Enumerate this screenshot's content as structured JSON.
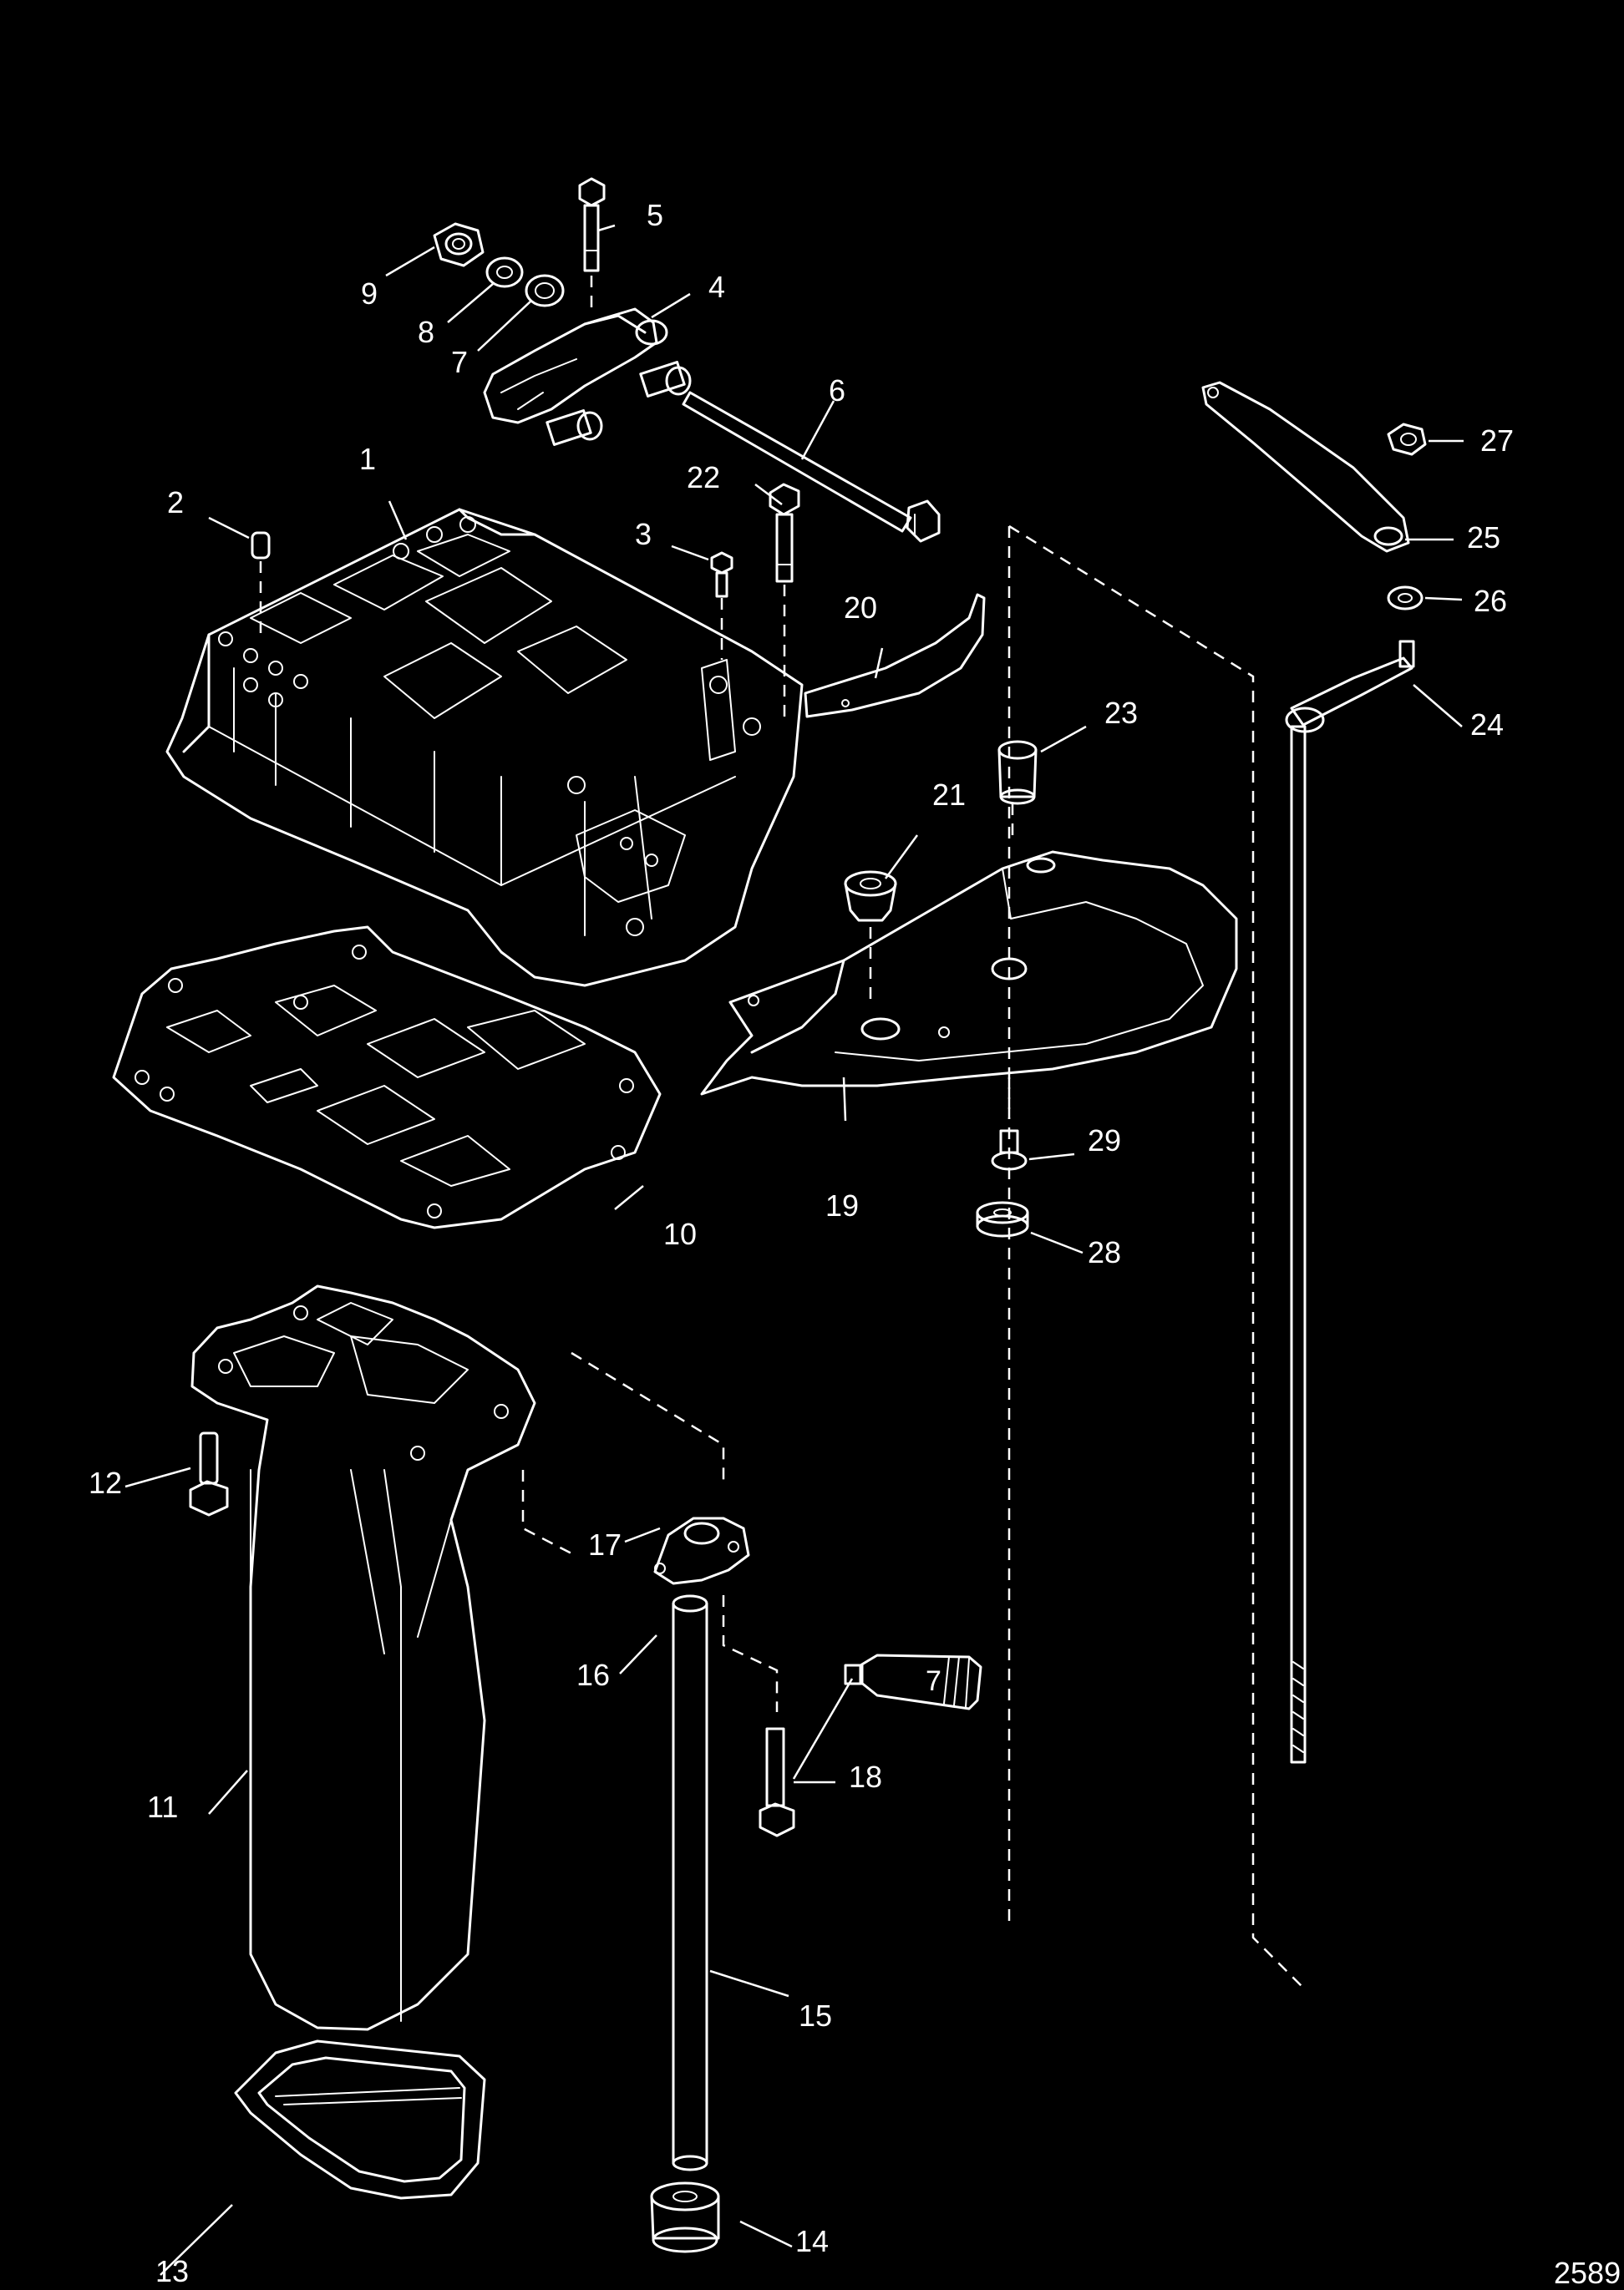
{
  "diagram_number": "2589",
  "callouts": {
    "c1": "1",
    "c2": "2",
    "c3": "3",
    "c4": "4",
    "c5": "5",
    "c6": "6",
    "c7": "7",
    "c8": "8",
    "c9": "9",
    "c10": "10",
    "c11": "11",
    "c12": "12",
    "c13": "13",
    "c14": "14",
    "c15": "15",
    "c16": "16",
    "c17": "17",
    "c18": "18",
    "c19": "19",
    "c20": "20",
    "c21": "21",
    "c22": "22",
    "c23": "23",
    "c24": "24",
    "c25": "25",
    "c26": "26",
    "c27": "27",
    "c28": "28",
    "c29": "29"
  },
  "sealant_tube_label": "7"
}
